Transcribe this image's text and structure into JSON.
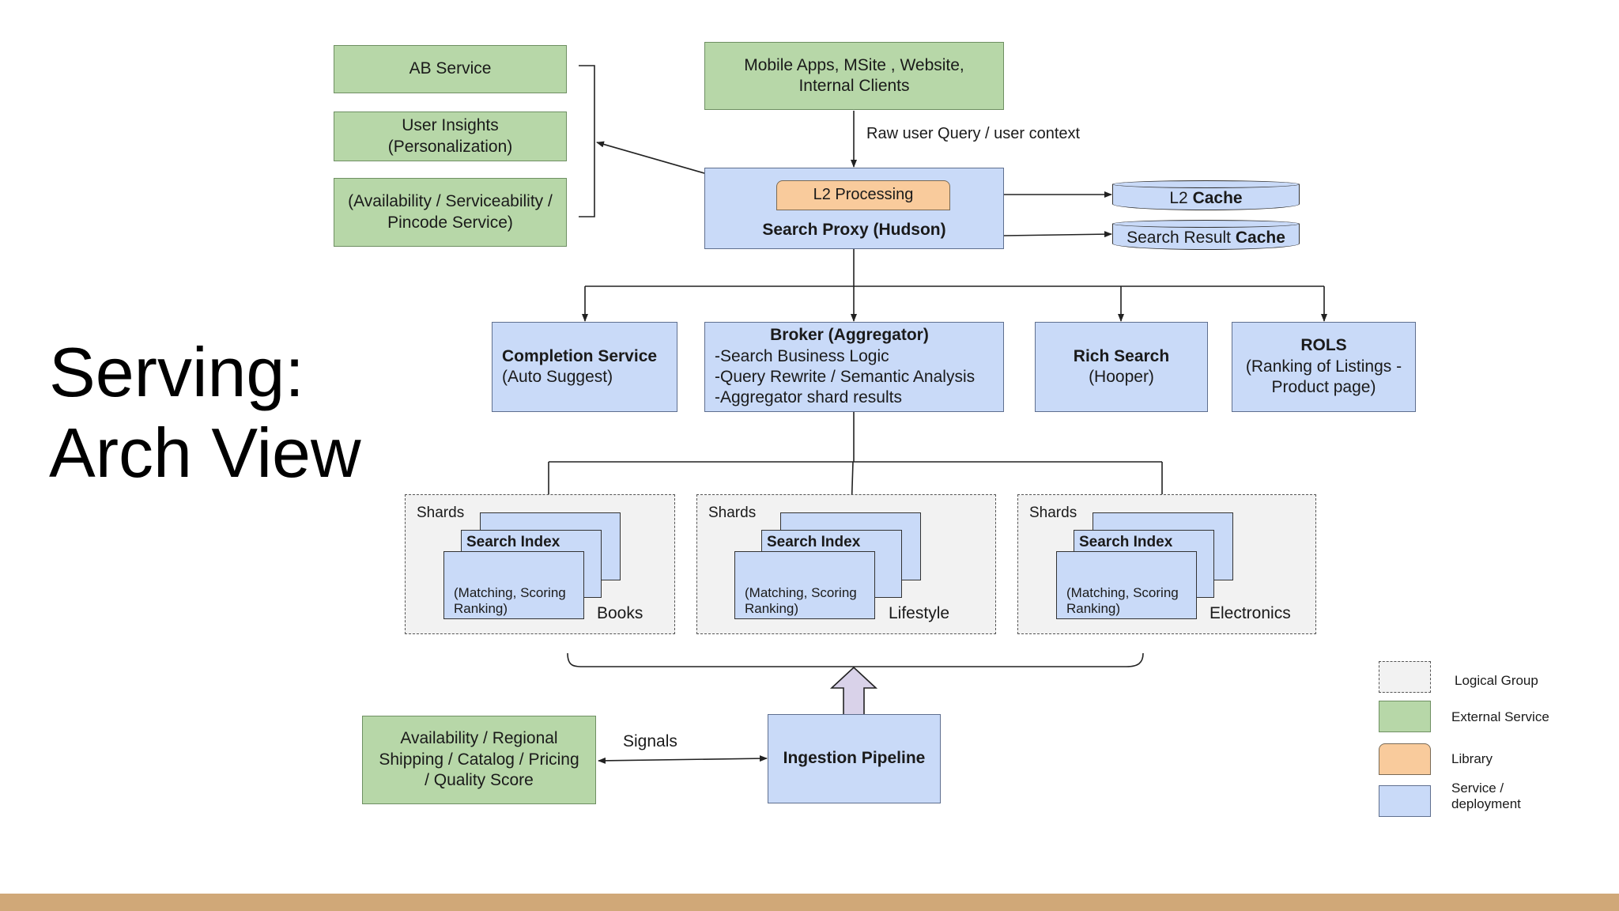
{
  "title": {
    "line1": "Serving:",
    "line2": "Arch View"
  },
  "external": {
    "ab_service": "AB Service",
    "user_insights": [
      "User Insights",
      "(Personalization)"
    ],
    "availability": [
      "(Availability / Serviceability /",
      "Pincode Service)"
    ],
    "clients": [
      "Mobile Apps, MSite , Website,",
      "Internal Clients"
    ],
    "signals_source": [
      "Availability / Regional",
      "Shipping  / Catalog / Pricing",
      "/ Quality Score"
    ]
  },
  "edges": {
    "raw_query": "Raw user Query / user context",
    "signals": "Signals"
  },
  "search_proxy": {
    "library": "L2 Processing",
    "name": "Search Proxy  (Hudson)"
  },
  "caches": {
    "l2_prefix": "L2 ",
    "l2_bold": "Cache",
    "result_prefix": "Search Result ",
    "result_bold": "Cache"
  },
  "services": {
    "completion": {
      "name": "Completion Service",
      "sub": "(Auto Suggest)"
    },
    "broker": {
      "name": "Broker (Aggregator)",
      "lines": [
        "-Search Business Logic",
        "-Query Rewrite / Semantic Analysis",
        "-Aggregator shard results"
      ]
    },
    "rich_search": {
      "name": "Rich Search",
      "sub": "(Hooper)"
    },
    "rols": {
      "name": "ROLS",
      "lines": [
        "(Ranking of Listings -",
        "Product page)"
      ]
    }
  },
  "shard_groups": [
    {
      "label": "Shards",
      "index": "Search Index",
      "desc": [
        "(Matching, Scoring",
        "Ranking)"
      ],
      "category": "Books"
    },
    {
      "label": "Shards",
      "index": "Search Index",
      "desc": [
        "(Matching, Scoring",
        "Ranking)"
      ],
      "category": "Lifestyle"
    },
    {
      "label": "Shards",
      "index": "Search Index",
      "desc": [
        "(Matching, Scoring",
        "Ranking)"
      ],
      "category": "Electronics"
    }
  ],
  "ingestion": "Ingestion Pipeline",
  "legend": {
    "logical_group": "Logical Group",
    "external_service": "External Service",
    "library": "Library",
    "service": [
      "Service /",
      "deployment"
    ]
  },
  "colors": {
    "external": "#b7d7a8",
    "service": "#c9daf8",
    "library": "#f9cb9c",
    "group": "#f2f2f2",
    "footer": "#d0a878"
  }
}
